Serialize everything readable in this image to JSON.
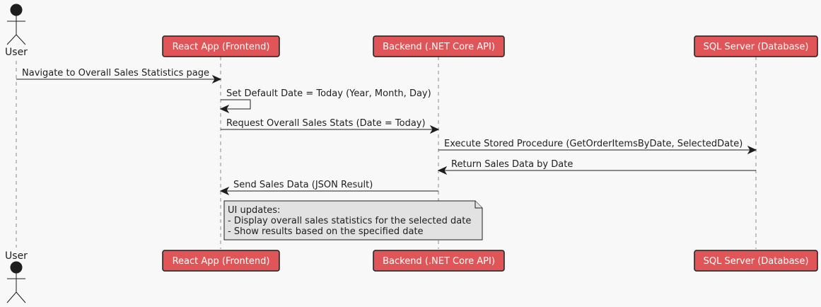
{
  "participants": [
    {
      "id": "user",
      "label": "User",
      "kind": "actor"
    },
    {
      "id": "react",
      "label": "React App (Frontend)",
      "kind": "participant"
    },
    {
      "id": "backend",
      "label": "Backend (.NET Core API)",
      "kind": "participant"
    },
    {
      "id": "sql",
      "label": "SQL Server (Database)",
      "kind": "participant"
    }
  ],
  "messages": [
    {
      "from": "user",
      "to": "react",
      "label": "Navigate to Overall Sales Statistics page"
    },
    {
      "from": "react",
      "to": "react",
      "label": "Set Default Date = Today (Year, Month, Day)"
    },
    {
      "from": "react",
      "to": "backend",
      "label": "Request Overall Sales Stats (Date = Today)"
    },
    {
      "from": "backend",
      "to": "sql",
      "label": "Execute Stored Procedure (GetOrderItemsByDate, SelectedDate)"
    },
    {
      "from": "sql",
      "to": "backend",
      "label": "Return Sales Data by Date"
    },
    {
      "from": "backend",
      "to": "react",
      "label": "Send Sales Data (JSON Result)"
    }
  ],
  "note": {
    "over": "react",
    "lines": [
      "UI updates:",
      "- Display overall sales statistics for the selected date",
      "- Show results based on the specified date"
    ]
  },
  "colors": {
    "participant_fill": "#e05557",
    "participant_text": "#ffffff",
    "note_fill": "#e2e2e2",
    "background": "#f8f8f8"
  }
}
